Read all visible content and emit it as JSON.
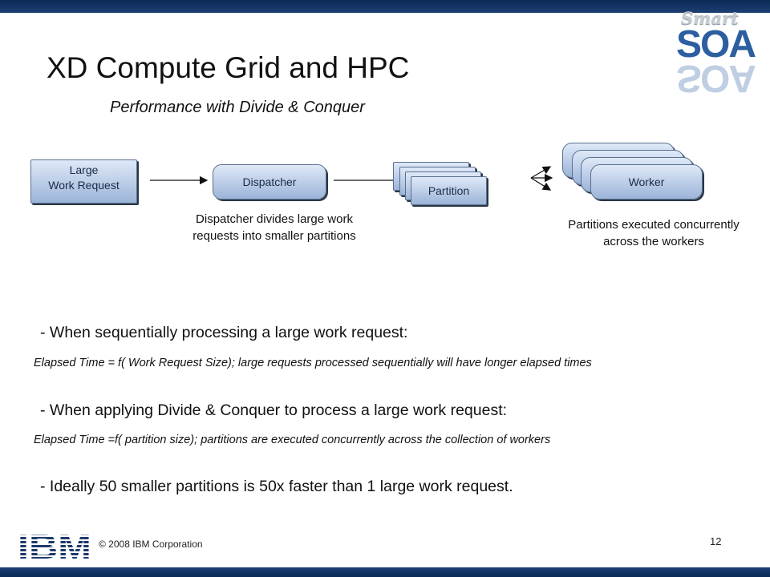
{
  "slide": {
    "title": "XD Compute Grid and HPC",
    "subtitle": "Performance with Divide & Conquer",
    "logo": {
      "smart": "Smart",
      "soa": "SOA"
    },
    "diagram": {
      "large_request_line1": "Large",
      "large_request_line2": "Work Request",
      "dispatcher": "Dispatcher",
      "partition": "Partition",
      "worker": "Worker",
      "dispatcher_caption": "Dispatcher divides large work requests into smaller partitions",
      "workers_caption": "Partitions executed concurrently across the workers"
    },
    "bullets": [
      "- When sequentially processing a large work request:",
      "- When applying Divide & Conquer to process a large work request:",
      "- Ideally 50 smaller partitions is 50x faster than 1 large work request."
    ],
    "notes": [
      "Elapsed Time = f( Work Request Size); large requests processed sequentially will have longer elapsed times",
      "Elapsed Time =f( partition size); partitions are executed concurrently across the collection of workers"
    ],
    "footer": {
      "company_logo": "IBM",
      "copyright": "© 2008 IBM Corporation",
      "page_number": "12"
    },
    "colors": {
      "header_bar": "#0b2a55",
      "box_fill_top": "#dfe9f8",
      "box_fill_bottom": "#9bb4d8",
      "logo_blue": "#2d5fa0"
    }
  }
}
